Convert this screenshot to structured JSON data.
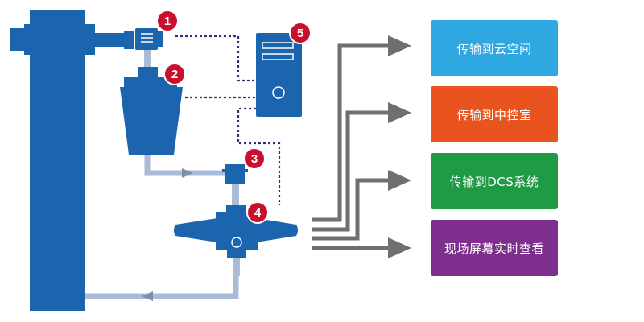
{
  "badges": [
    "1",
    "2",
    "3",
    "4",
    "5"
  ],
  "destinations": [
    {
      "label": "传输到云空间",
      "color": "#2fa7e0"
    },
    {
      "label": "传输到中控室",
      "color": "#e8531e"
    },
    {
      "label": "传输到DCS系统",
      "color": "#1f9a45"
    },
    {
      "label": "现场屏幕实时查看",
      "color": "#7e2f8e"
    }
  ],
  "colors": {
    "equipment": "#1b64ae",
    "pipe": "#a9bbd9",
    "badge": "#c8102e",
    "signal_line": "#2a2f7a",
    "arrow": "#6f6f6f"
  }
}
